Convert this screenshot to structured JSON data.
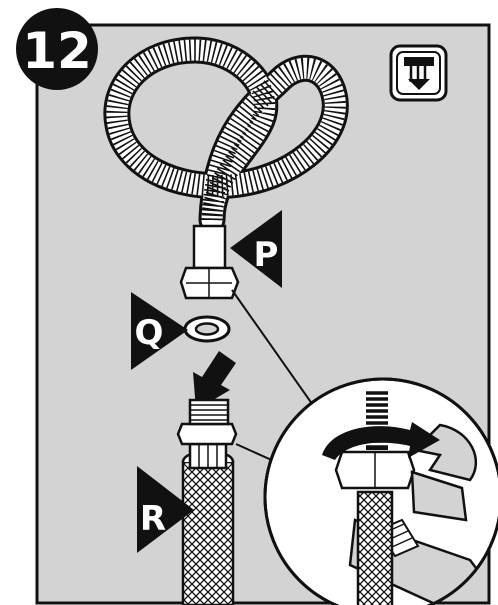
{
  "step": {
    "number": "12"
  },
  "labels": {
    "p": "P",
    "q": "Q",
    "r": "R"
  },
  "icons": {
    "corner": "water-supply-off-icon"
  },
  "colors": {
    "panel": "#d3d3d3",
    "ink": "#111111",
    "paper": "#ffffff"
  }
}
